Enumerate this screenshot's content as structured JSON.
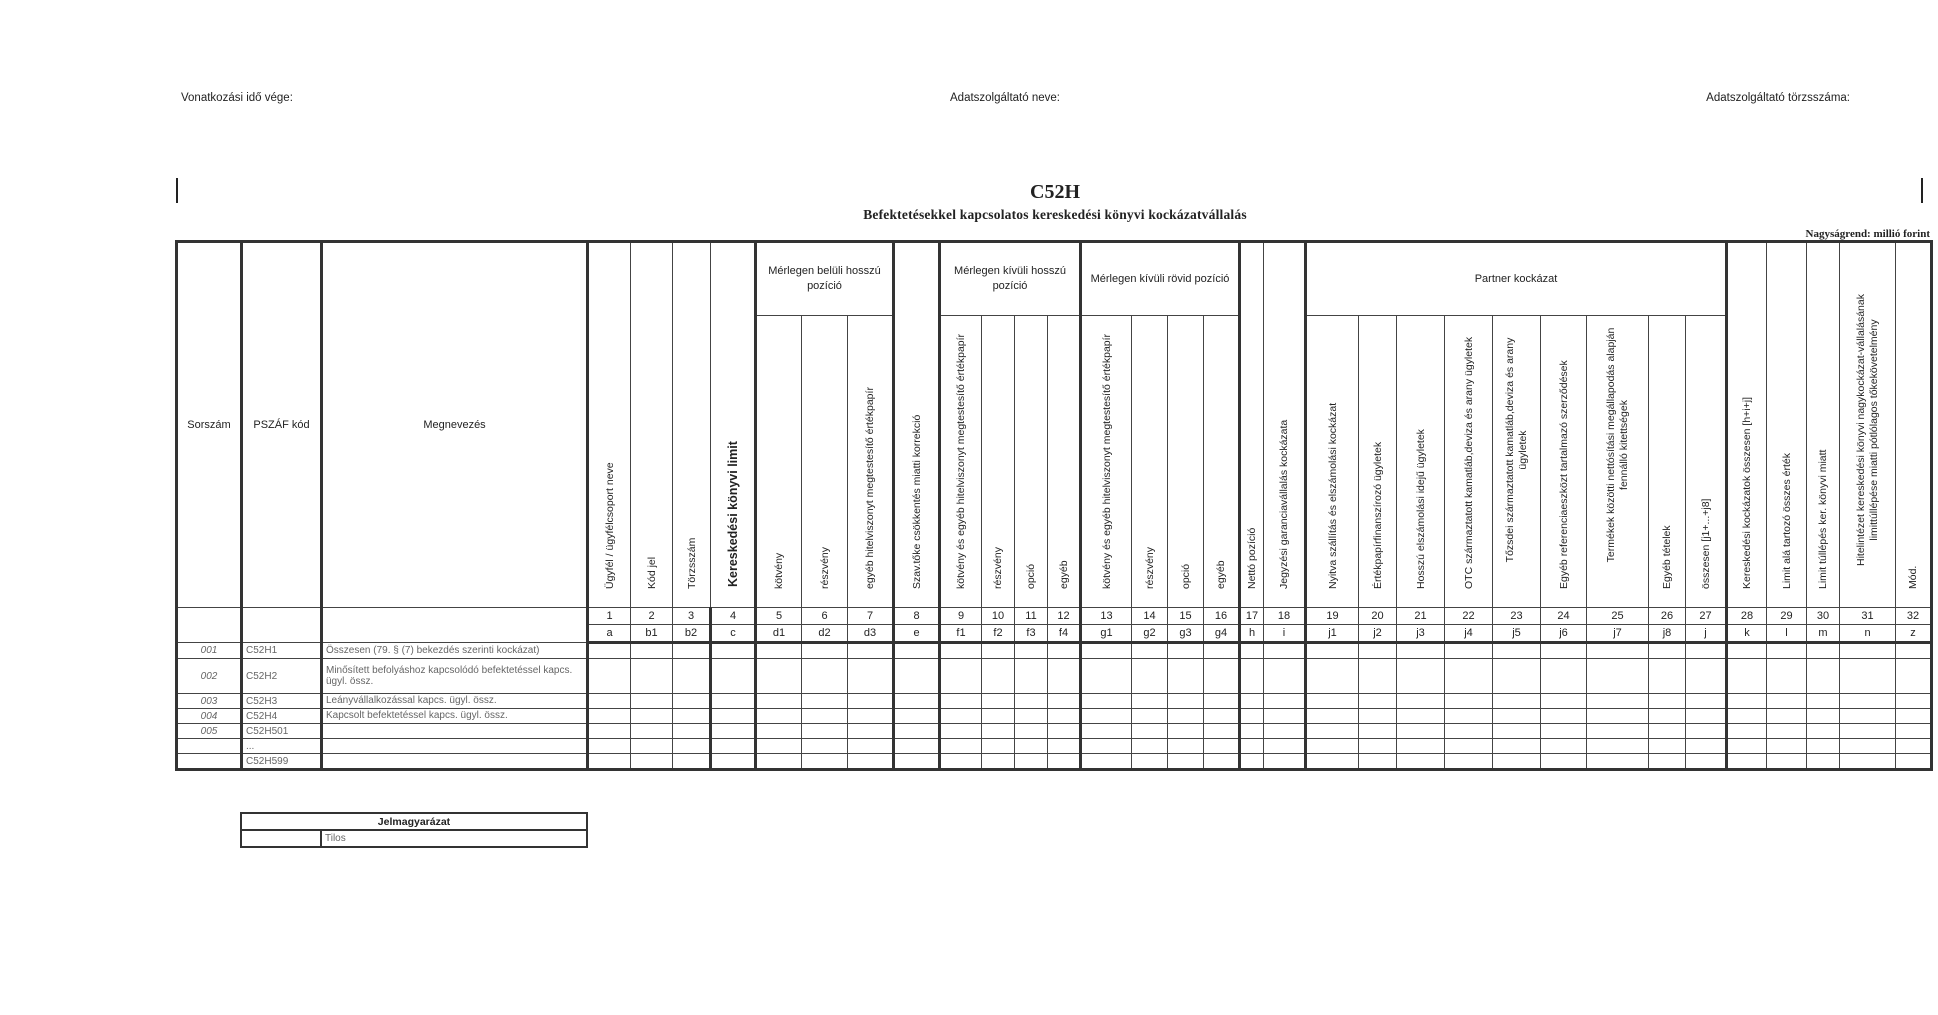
{
  "meta": {
    "reference_period_end": "Vonatkozási idő vége:",
    "provider_name": "Adatszolgáltató neve:",
    "provider_id": "Adatszolgáltató törzsszáma:"
  },
  "form": {
    "code": "C52H",
    "title": "Befektetésekkel kapcsolatos kereskedési könyvi kockázatvállalás",
    "unit": "Nagyságrend: millió forint"
  },
  "headers": {
    "sorszam": "Sorszám",
    "pszaf": "PSZÁF kód",
    "megnevezes": "Megnevezés",
    "groups": {
      "merlegen_beluli_hosszu": "Mérlegen belüli hosszú pozíció",
      "merlegen_kivuli_hosszu": "Mérlegen kívüli hosszú pozíció",
      "merlegen_kivuli_rovid": "Mérlegen kívüli rövid pozíció",
      "partner": "Partner kockázat"
    },
    "columns": {
      "c1": "Ügyfél / ügyfélcsoport neve",
      "c2": "Kód jel",
      "c3": "Törzsszám",
      "c4": "Kereskedési könyvi limit",
      "c5": "kötvény",
      "c6": "részvény",
      "c7": "egyéb hitelviszonyt megtestesítő értékpapír",
      "c8": "Szav.tőke csökkentés miatti korrekció",
      "c9": "kötvény és egyéb hitelviszonyt megtestesítő értékpapír",
      "c10": "részvény",
      "c11": "opció",
      "c12": "egyéb",
      "c13": "kötvény és egyéb hitelviszonyt megtestesítő értékpapír",
      "c14": "részvény",
      "c15": "opció",
      "c16": "egyéb",
      "c17": "Nettó pozíció",
      "c18": "Jegyzési garanciavállalás kockázata",
      "c19": "Nyitva szállítás és elszámolási kockázat",
      "c20": "Értékpapírfinanszírozó ügyletek",
      "c21": "Hosszú elszámolási idejű ügyletek",
      "c22": "OTC származtatott kamatláb,deviza és arany ügyletek",
      "c23": "Tőzsdei származtatott kamatláb,deviza és arany ügyletek",
      "c24": "Egyéb referenciaeszközt tartalmazó szerződések",
      "c25": "Termékek közötti nettósítási megállapodás alapján fennálló kitettségek",
      "c26": "Egyéb tételek",
      "c27": "összesen [j1+...+j8]",
      "c28": "Kereskedési kockázatok összesen [h+i+j]",
      "c29": "Limit alá tartozó összes érték",
      "c30": "Limit túllépés ker. könyvi miatt",
      "c31": "Hitelintézet kereskedési könyvi nagykockázat-vállalásának limittúllépése miatti pótlólagos tőkekövetelmény",
      "c32": "Mód."
    },
    "numbers": [
      "1",
      "2",
      "3",
      "4",
      "5",
      "6",
      "7",
      "8",
      "9",
      "10",
      "11",
      "12",
      "13",
      "14",
      "15",
      "16",
      "17",
      "18",
      "19",
      "20",
      "21",
      "22",
      "23",
      "24",
      "25",
      "26",
      "27",
      "28",
      "29",
      "30",
      "31",
      "32"
    ],
    "letters": [
      "a",
      "b1",
      "b2",
      "c",
      "d1",
      "d2",
      "d3",
      "e",
      "f1",
      "f2",
      "f3",
      "f4",
      "g1",
      "g2",
      "g3",
      "g4",
      "h",
      "i",
      "j1",
      "j2",
      "j3",
      "j4",
      "j5",
      "j6",
      "j7",
      "j8",
      "j",
      "k",
      "l",
      "m",
      "n",
      "z"
    ]
  },
  "rows": [
    {
      "sorszam": "001",
      "kod": "C52H1",
      "nev": "Összesen (79. § (7) bekezdés szerinti kockázat)"
    },
    {
      "sorszam": "002",
      "kod": "C52H2",
      "nev": "Minősített befolyáshoz kapcsolódó  befektetéssel kapcs. ügyl. össz."
    },
    {
      "sorszam": "003",
      "kod": "C52H3",
      "nev": "Leányvállalkozással kapcs. ügyl. össz."
    },
    {
      "sorszam": "004",
      "kod": "C52H4",
      "nev": "Kapcsolt befektetéssel kapcs. ügyl. össz."
    },
    {
      "sorszam": "005",
      "kod": "C52H501",
      "nev": ""
    },
    {
      "sorszam": "",
      "kod": "...",
      "nev": ""
    },
    {
      "sorszam": "",
      "kod": "C52H599",
      "nev": ""
    }
  ],
  "legend": {
    "title": "Jelmagyarázat",
    "item": "Tilos"
  }
}
